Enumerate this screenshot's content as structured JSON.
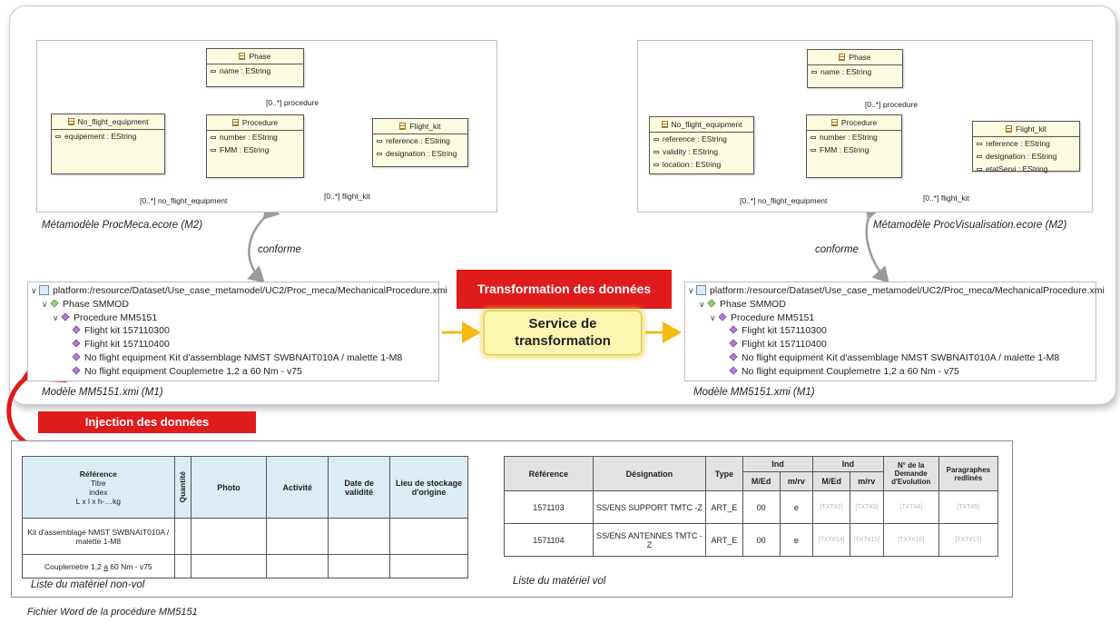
{
  "left_meta": {
    "caption": "Métamodèle ProcMeca.ecore (M2)",
    "phase": {
      "name": "Phase",
      "attrs": [
        "name : EString"
      ]
    },
    "procedure": {
      "name": "Procedure",
      "attrs": [
        "number : EString",
        "FMM : EString"
      ]
    },
    "nfe": {
      "name": "No_flight_equipment",
      "attrs": [
        "equipement : EString"
      ]
    },
    "kit": {
      "name": "Flight_kit",
      "attrs": [
        "reference : EString",
        "designation : EString"
      ]
    },
    "rel_procedure": "[0..*] procedure",
    "rel_nfe": "[0..*] no_flight_equipment",
    "rel_kit": "[0..*] flight_kit"
  },
  "right_meta": {
    "caption": "Métamodèle ProcVisualisation.ecore (M2)",
    "phase": {
      "name": "Phase",
      "attrs": [
        "name : EString"
      ]
    },
    "procedure": {
      "name": "Procedure",
      "attrs": [
        "number : EString",
        "FMM : EString"
      ]
    },
    "nfe": {
      "name": "No_flight_equipment",
      "attrs": [
        "reference : EString",
        "validity : EString",
        "location : EString"
      ]
    },
    "kit": {
      "name": "Flight_kit",
      "attrs": [
        "reference : EString",
        "designation : EString",
        "etatServi : EString"
      ]
    },
    "rel_procedure": "[0..*] procedure",
    "rel_nfe": "[0..*] no_flight_equipment",
    "rel_kit": "[0..*] flight_kit"
  },
  "conforme_left": "conforme",
  "conforme_right": "conforme",
  "tree_left": {
    "root": "platform:/resource/Dataset/Use_case_metamodel/UC2/Proc_meca/MechanicalProcedure.xmi",
    "phase": "Phase SMMOD",
    "procedure": "Procedure MM5151",
    "items": [
      "Flight kit 157110300",
      "Flight kit 157110400",
      "No flight equipment Kit d'assemblage NMST SWBNAIT010A / malette 1-M8",
      "No flight equipment Couplemetre 1,2 a 60 Nm - v75"
    ],
    "caption": "Modèle MM5151.xmi (M1)"
  },
  "tree_right": {
    "root": "platform:/resource/Dataset/Use_case_metamodel/UC2/Proc_meca/MechanicalProcedure.xmi",
    "phase": "Phase SMMOD",
    "procedure": "Procedure MM5151",
    "items": [
      "Flight kit 157110300",
      "Flight kit 157110400",
      "No flight equipment Kit d'assemblage NMST SWBNAIT010A / malette 1-M8",
      "No flight equipment Couplemetre 1,2 a 60 Nm - v75"
    ],
    "caption": "Modèle MM5151.xmi (M1)"
  },
  "transformation_label": "Transformation des données",
  "service": {
    "line1": "Service de",
    "line2": "transformation"
  },
  "injection_label": "Injection des données",
  "word_caption": "Fichier Word de la procédure MM5151",
  "table_nonvol": {
    "caption": "Liste du matériel non-vol",
    "h_ref": [
      "Référence",
      "Titre",
      "index",
      "L x l x h-…kg"
    ],
    "h_qty": "Quantité",
    "h_photo": "Photo",
    "h_activite": "Activité",
    "h_date": "Date de validité",
    "h_lieu": "Lieu de stockage d'origine",
    "row1": "Kit d'assemblage NMST SWBNAIT010A / malette 1-M8",
    "row2a": "Couplemetre 1,2 ",
    "row2u": "a",
    "row2b": " 60 Nm - v75"
  },
  "table_vol": {
    "caption": "Liste du matériel vol",
    "h": {
      "ref": "Référence",
      "des": "Désignation",
      "type": "Type",
      "ind1": "Ind",
      "ind2": "Ind",
      "med1": "M/Ed",
      "mrv1": "m/rv",
      "med2": "M/Ed",
      "mrv2": "m/rv",
      "dem": "N° de la Demande d'Evolution",
      "par": "Paragraphes redlinés"
    },
    "r1": {
      "ref": "1571103",
      "des": "SS/ENS SUPPORT TMTC -Z",
      "type": "ART_E",
      "med": "00",
      "mrv": "e",
      "t1": "[TXT#2]",
      "t2": "[TXT#3]",
      "t3": "[TXT#4]",
      "t4": "[TXT#5]"
    },
    "r2": {
      "ref": "1571104",
      "des": "SS/ENS ANTENNES TMTC -Z",
      "type": "ART_E",
      "med": "00",
      "mrv": "e",
      "t1": "[TXT#14]",
      "t2": "[TXT#15]",
      "t3": "[TXT#16]",
      "t4": "[TXT#17]"
    }
  },
  "colors": {
    "accent_red": "#e01b1b",
    "arrow_yellow": "#f5b914",
    "service_fill": "#fbf7b0"
  }
}
